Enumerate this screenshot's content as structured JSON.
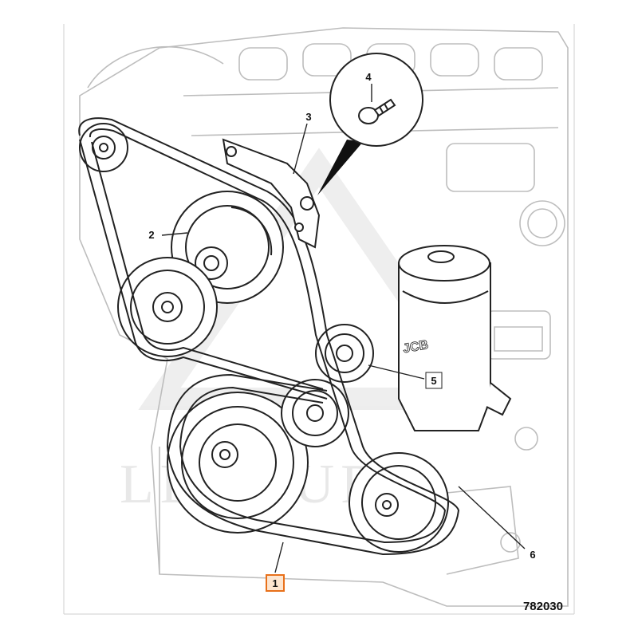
{
  "diagram": {
    "figure_number": "782030",
    "watermark_text": "LEADURA",
    "callouts": [
      {
        "id": "1",
        "label": "1",
        "highlighted": true
      },
      {
        "id": "2",
        "label": "2"
      },
      {
        "id": "3",
        "label": "3"
      },
      {
        "id": "4",
        "label": "4"
      },
      {
        "id": "5",
        "label": "5"
      },
      {
        "id": "6",
        "label": "6"
      }
    ],
    "colors": {
      "line": "#222222",
      "light_line": "#bdbdbd",
      "belt_fill": "#ffffff",
      "highlight_border": "#e8701a",
      "highlight_fill": "#fde5cf",
      "watermark": "#e6e6e6"
    },
    "part_names": [
      "drive-belt",
      "water-pump-pulley",
      "belt-tensioner",
      "bolt",
      "idler-pulley",
      "alternator-pulley"
    ]
  }
}
